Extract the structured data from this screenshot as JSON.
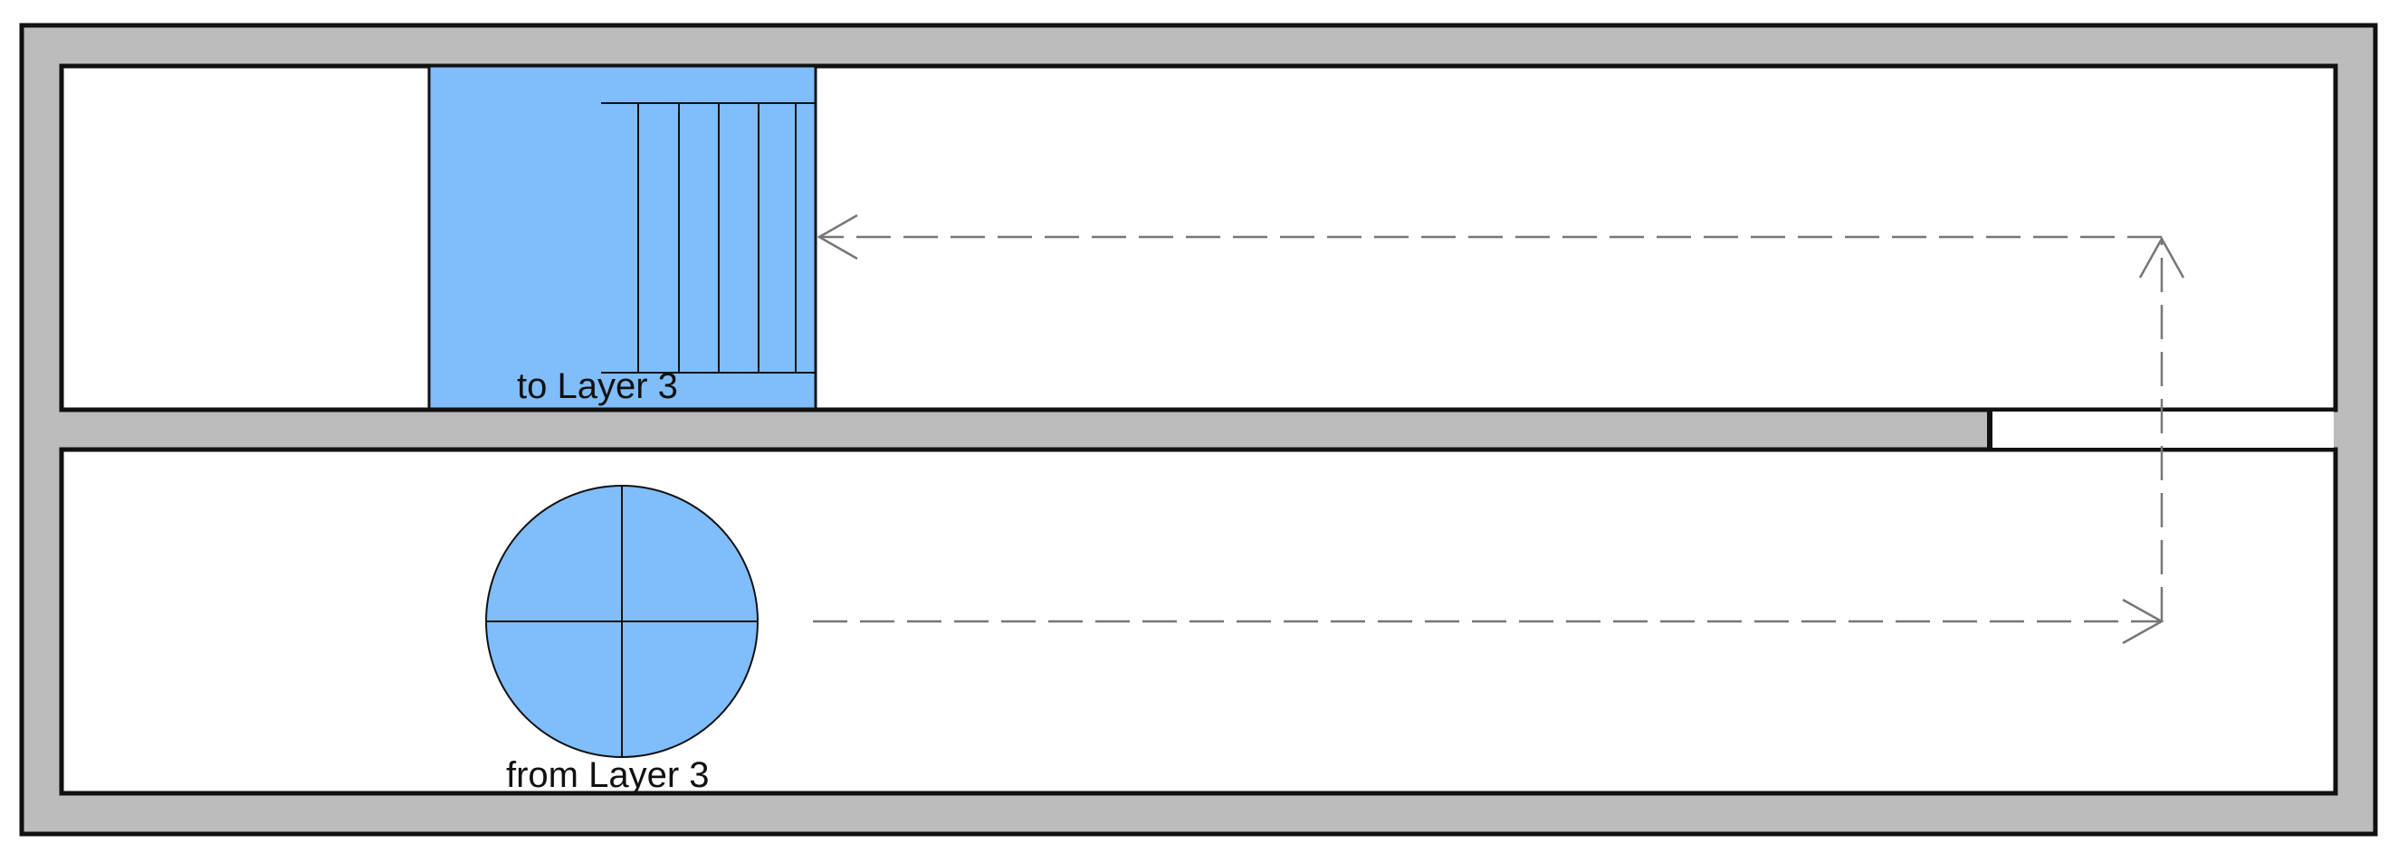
{
  "labels": {
    "stairs": "to Layer 3",
    "shaft": "from Layer 3"
  },
  "colors": {
    "wall_fill": "#bcbcbc",
    "wall_stroke": "#111111",
    "floor": "#ffffff",
    "element_fill": "#80bdfb",
    "path_line": "#777777",
    "text": "#111111"
  },
  "elements": {
    "stairs_step_count": 6,
    "path_style": "dashed"
  }
}
